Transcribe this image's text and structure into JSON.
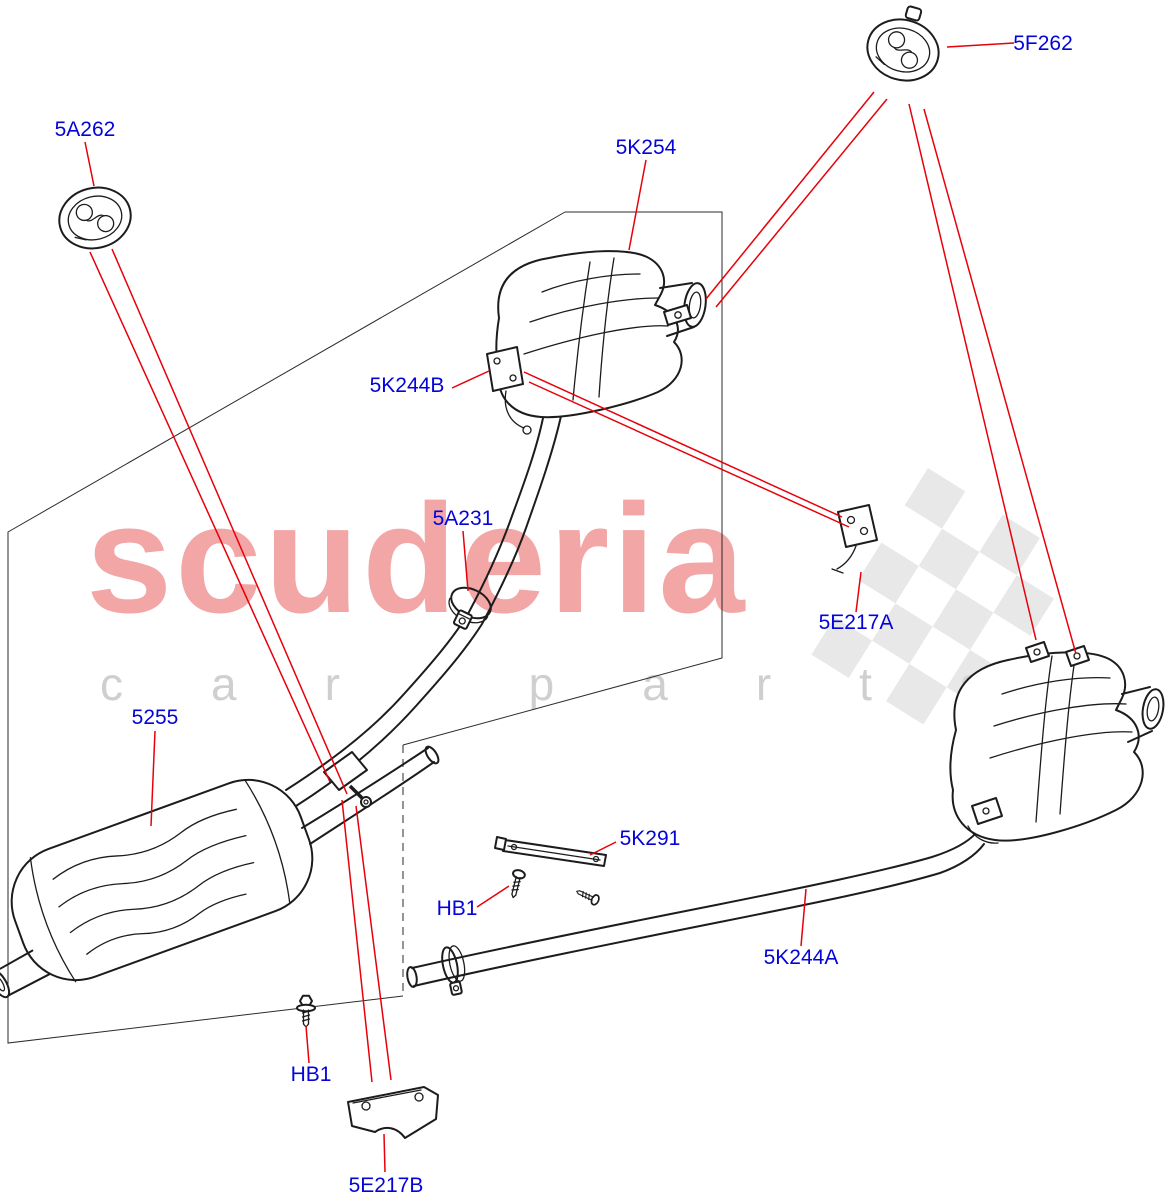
{
  "watermark": {
    "brand": "scuderia",
    "tagline": "car parts",
    "brand_color": "#f2a6a6",
    "tagline_color": "#cfcfcf",
    "checker_color": "#dadada"
  },
  "colors": {
    "label_blue": "#0404d8",
    "leader_red": "#e8000a",
    "line_black": "#1c1c1c",
    "background": "#ffffff"
  },
  "labels": {
    "hanger_front": "5A262",
    "hanger_rear": "5F262",
    "silencer_mid_assy": "5K254",
    "bracket_mid": "5K244B",
    "clamp_mid": "5A231",
    "bracket_rear_a": "5E217A",
    "front_silencer": "5255",
    "rail": "5K291",
    "bolt_top": "HB1",
    "rear_pipe": "5K244A",
    "bolt_bottom": "HB1",
    "bracket_rear_b": "5E217B"
  }
}
